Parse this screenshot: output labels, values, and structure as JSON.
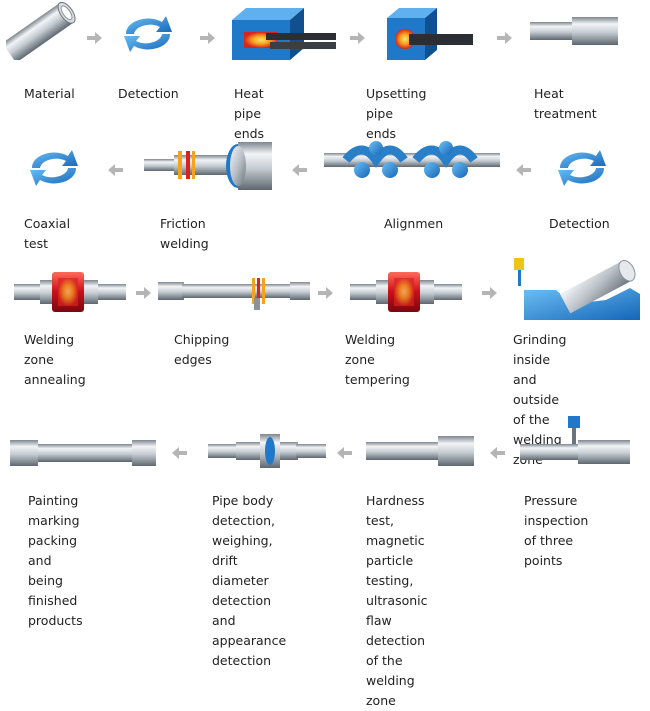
{
  "colors": {
    "pipe_light": "#e6e9ec",
    "pipe_mid": "#aab2ba",
    "pipe_dark": "#6a747d",
    "blue": "#1f78c8",
    "blue_light": "#5fb0ee",
    "heat_red": "#d8231f",
    "heat_orange": "#f5a31c",
    "arrow_gray": "#b5b5b5"
  },
  "rows": [
    {
      "direction": "right",
      "steps": [
        {
          "key": "material",
          "label": "Material",
          "icon": "pipe-end-icon"
        },
        {
          "key": "detection",
          "label": "Detection",
          "icon": "cycle-arrows-icon"
        },
        {
          "key": "heat",
          "label": "Heat pipe ends",
          "icon": "heating-furnace-icon"
        },
        {
          "key": "upset",
          "label": "Upsetting pipe ends",
          "icon": "upsetting-press-icon"
        },
        {
          "key": "heattreat",
          "label": "Heat treatment",
          "icon": "upset-pipe-icon"
        }
      ]
    },
    {
      "direction": "left",
      "steps": [
        {
          "key": "coaxial",
          "label": "Coaxial test",
          "icon": "cycle-arrows-icon"
        },
        {
          "key": "friction",
          "label": "Friction welding",
          "icon": "friction-welder-icon"
        },
        {
          "key": "align",
          "label": "Alignmen",
          "icon": "alignment-rollers-icon"
        },
        {
          "key": "detection2",
          "label": "Detection",
          "icon": "cycle-arrows-icon"
        }
      ]
    },
    {
      "direction": "right",
      "steps": [
        {
          "key": "annealing",
          "label": "Welding zone\nannealing",
          "icon": "induction-coil-icon"
        },
        {
          "key": "chipping",
          "label": "Chipping edges",
          "icon": "chipping-tool-icon"
        },
        {
          "key": "tempering",
          "label": "Welding zone\ntempering",
          "icon": "induction-coil-icon"
        },
        {
          "key": "grinding",
          "label": "Grinding inside\nand outside of the\nwelding zone",
          "icon": "grinding-icon"
        }
      ]
    },
    {
      "direction": "left",
      "steps": [
        {
          "key": "painting",
          "label": "Painting marking\npacking and being\nfinished products",
          "icon": "finished-pipe-icon"
        },
        {
          "key": "pipebody",
          "label": "Pipe body\ndetection, weighing,\ndrift diameter\ndetection and\nappearance\ndetection",
          "icon": "inspection-ring-icon"
        },
        {
          "key": "hardness",
          "label": "Hardness test,\nmagnetic particle\ntesting, ultrasonic\nflaw detection of the\nwelding zone",
          "icon": "tested-pipe-icon"
        },
        {
          "key": "pressure",
          "label": "Pressure\ninspection of three\npoints",
          "icon": "pressure-gauge-icon"
        }
      ]
    }
  ]
}
